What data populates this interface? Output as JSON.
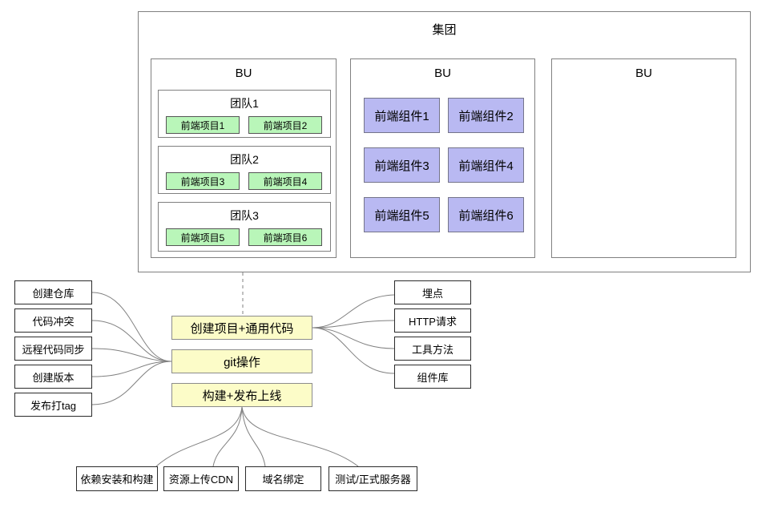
{
  "diagram": {
    "group": {
      "label": "集团",
      "bus": [
        {
          "label": "BU",
          "teams": [
            {
              "label": "团队1",
              "projects": [
                "前端项目1",
                "前端项目2"
              ]
            },
            {
              "label": "团队2",
              "projects": [
                "前端项目3",
                "前端项目4"
              ]
            },
            {
              "label": "团队3",
              "projects": [
                "前端项目5",
                "前端项目6"
              ]
            }
          ]
        },
        {
          "label": "BU",
          "components": [
            "前端组件1",
            "前端组件2",
            "前端组件3",
            "前端组件4",
            "前端组件5",
            "前端组件6"
          ]
        },
        {
          "label": "BU"
        }
      ]
    },
    "process": {
      "center": [
        "创建项目+通用代码",
        "git操作",
        "构建+发布上线"
      ],
      "git_sources": [
        "创建仓库",
        "代码冲突",
        "远程代码同步",
        "创建版本",
        "发布打tag"
      ],
      "common_code_parts": [
        "埋点",
        "HTTP请求",
        "工具方法",
        "组件库"
      ],
      "deploy_steps": [
        "依赖安装和构建",
        "资源上传CDN",
        "域名绑定",
        "测试/正式服务器"
      ]
    },
    "colors": {
      "project_fill": "#b9f6b9",
      "component_fill": "#b9b9f2",
      "process_fill": "#fcfcc8",
      "container_border": "#808080",
      "connector_line": "#808080"
    }
  }
}
